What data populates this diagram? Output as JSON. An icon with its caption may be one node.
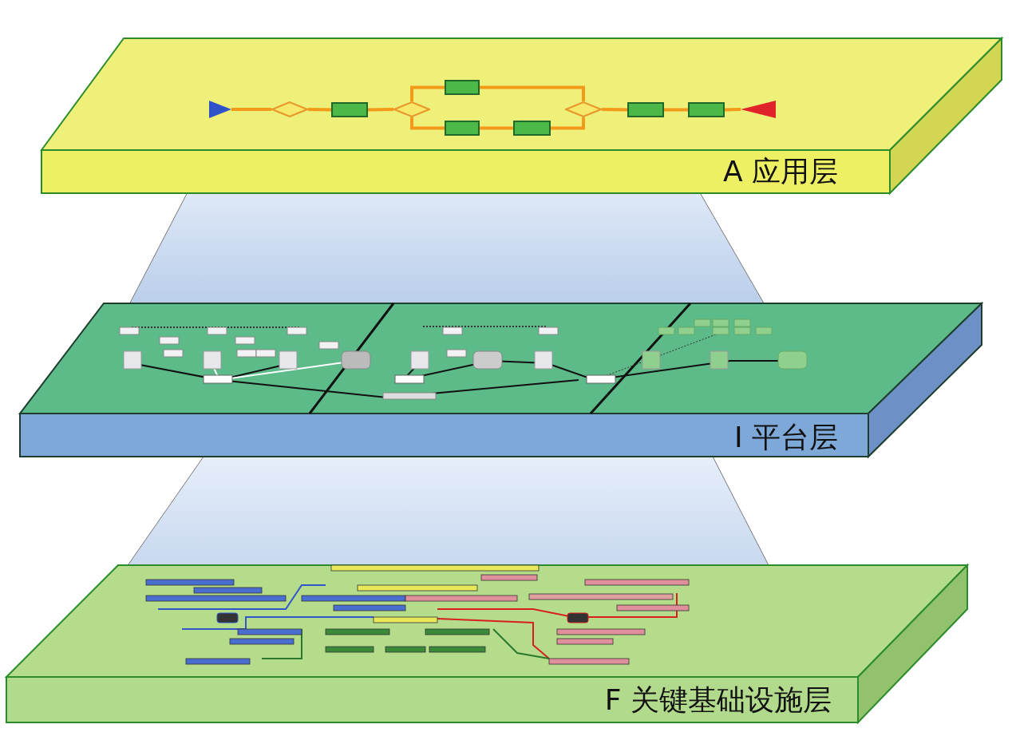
{
  "diagram": {
    "nodes": [
      {
        "text": [
          "A 应用层"
        ]
      },
      {
        "text": [],
        "shape": "triangle",
        "in": 0
      },
      {
        "text": [],
        "shape": "diamond",
        "in": 0
      },
      {
        "text": [],
        "shape": "box",
        "in": 0
      },
      {
        "text": [],
        "shape": "diamond",
        "in": 0
      },
      {
        "text": [],
        "shape": "box",
        "in": 0
      },
      {
        "text": [],
        "shape": "box",
        "in": 0
      },
      {
        "text": [],
        "shape": "box",
        "in": 0
      },
      {
        "text": [],
        "shape": "diamond",
        "in": 0
      },
      {
        "text": [],
        "shape": "box",
        "in": 0
      },
      {
        "text": [],
        "shape": "box",
        "in": 0
      },
      {
        "text": [],
        "shape": "triangle",
        "in": 0
      },
      {
        "text": [
          "I 平台层"
        ]
      },
      {
        "text": [
          "F 关键基础设施层"
        ]
      }
    ],
    "edges": [
      {
        "from": 1,
        "to": 2,
        "arrow": "none"
      },
      {
        "from": 2,
        "to": 3,
        "arrow": "none"
      },
      {
        "from": 3,
        "to": 4,
        "arrow": "none"
      },
      {
        "from": 4,
        "to": 5,
        "arrow": "none"
      },
      {
        "from": 4,
        "to": 6,
        "arrow": "none"
      },
      {
        "from": 6,
        "to": 7,
        "arrow": "none"
      },
      {
        "from": 5,
        "to": 8,
        "arrow": "none"
      },
      {
        "from": 7,
        "to": 8,
        "arrow": "none"
      },
      {
        "from": 8,
        "to": 9,
        "arrow": "none"
      },
      {
        "from": 9,
        "to": 10,
        "arrow": "none"
      },
      {
        "from": 10,
        "to": 11,
        "arrow": "none"
      }
    ]
  }
}
